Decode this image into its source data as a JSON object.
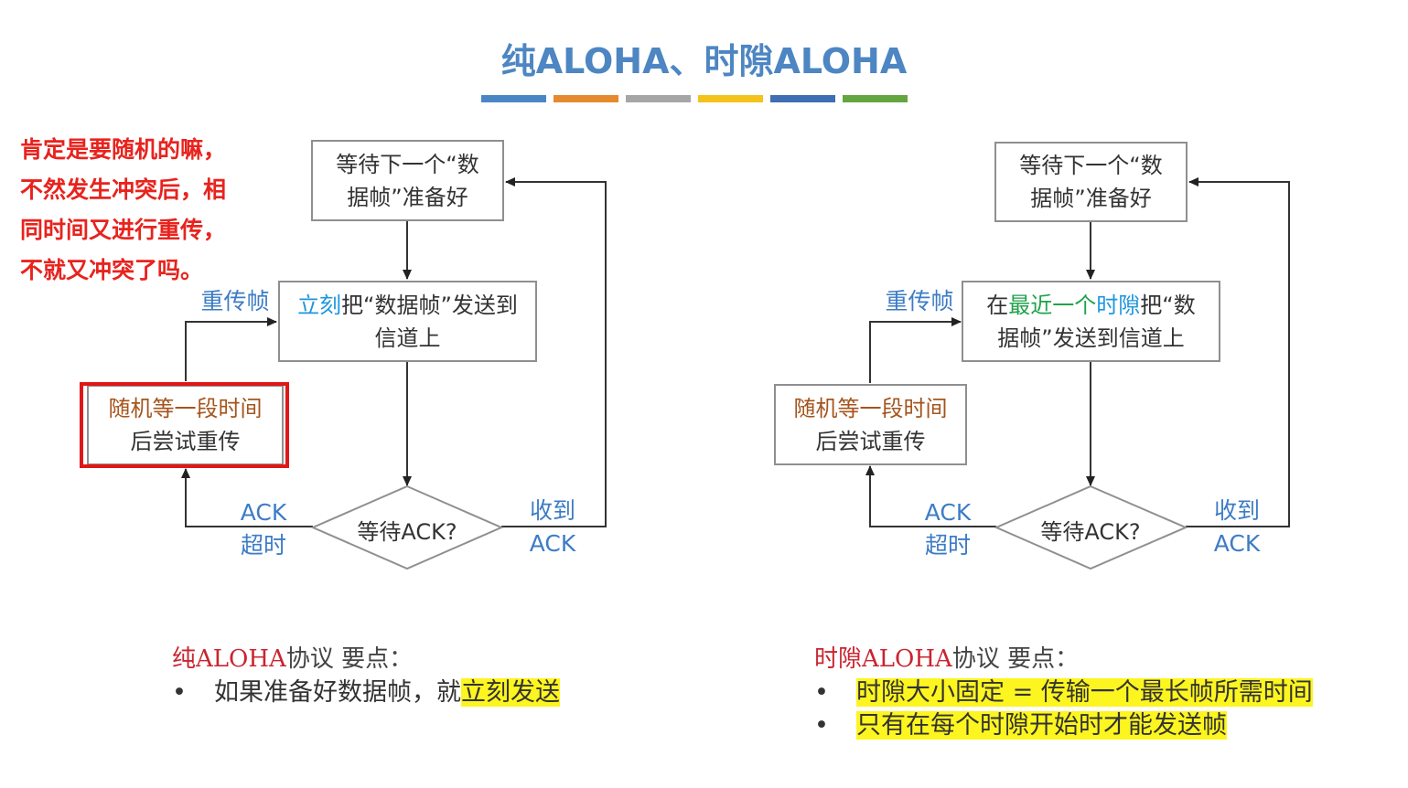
{
  "title": "纯ALOHA、时隙ALOHA",
  "colors": {
    "bars": [
      "#4a86c6",
      "#e58a2d",
      "#a6a6a6",
      "#f3c21b",
      "#3f6eb3",
      "#63a63f"
    ],
    "accent_blue": "#1c96dd",
    "accent_green": "#1ea34a",
    "note_red": "#e8231e",
    "highlight_yellow": "#fdf51f"
  },
  "note": "肯定是要随机的嘛，不然发生冲突后，相同时间又进行重传，不就又冲突了吗。",
  "left": {
    "wait_box": {
      "line1": "等待下一个“数",
      "line2": "据帧”准备好"
    },
    "send_box": {
      "highlight": "立刻",
      "rest_line1": "把“数据帧”发送到",
      "line2": "信道上"
    },
    "random_box": {
      "line1": "随机等一段时间",
      "line2": "后尝试重传"
    },
    "diamond": "等待ACK?",
    "retransmit": "重传帧",
    "timeout": {
      "line1": "ACK",
      "line2": "超时"
    },
    "received": {
      "line1": "收到",
      "line2": "ACK"
    },
    "section_title": {
      "red": "纯ALOHA",
      "dark": "协议 要点："
    },
    "bullets": [
      {
        "plain": "如果准备好数据帧，就",
        "yellow": "立刻发送"
      }
    ]
  },
  "right": {
    "wait_box": {
      "line1": "等待下一个“数",
      "line2": "据帧”准备好"
    },
    "send_box": {
      "pre": "在",
      "green": "最近一个",
      "blue": "时隙",
      "post": "把“数",
      "line2": "据帧”发送到信道上"
    },
    "random_box": {
      "line1": "随机等一段时间",
      "line2": "后尝试重传"
    },
    "diamond": "等待ACK?",
    "retransmit": "重传帧",
    "timeout": {
      "line1": "ACK",
      "line2": "超时"
    },
    "received": {
      "line1": "收到",
      "line2": "ACK"
    },
    "section_title": {
      "red": "时隙ALOHA",
      "dark": "协议 要点："
    },
    "bullets": [
      {
        "yellow": "时隙大小固定 = 传输一个最长帧所需时间"
      },
      {
        "yellow": "只有在每个时隙开始时才能发送帧"
      }
    ]
  }
}
